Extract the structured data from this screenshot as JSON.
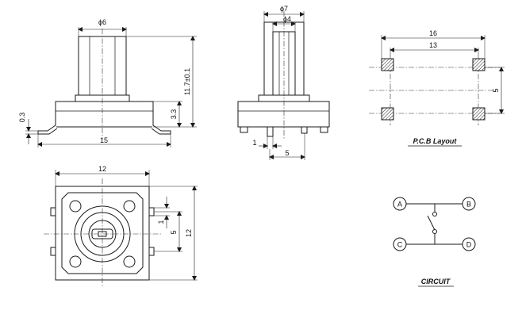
{
  "dimensions": {
    "front_dia_stem": "ϕ6",
    "front_height": "11.7±0.1",
    "front_base_height": "3.3",
    "front_terminal": "0.3",
    "front_width": "15",
    "side_outer_dia": "ϕ7",
    "side_inner_dia": "ϕ4",
    "side_pin_width": "1",
    "side_pin_pitch": "5",
    "pcb_total": "16",
    "pcb_inner": "13",
    "pcb_vertical": "5",
    "top_width": "12",
    "top_height": "12",
    "top_small": "1",
    "top_pitch": "5"
  },
  "labels": {
    "pcb_layout": "P.C.B Layout",
    "circuit": "CIRCUIT"
  },
  "circuit_nodes": [
    "A",
    "B",
    "C",
    "D"
  ]
}
